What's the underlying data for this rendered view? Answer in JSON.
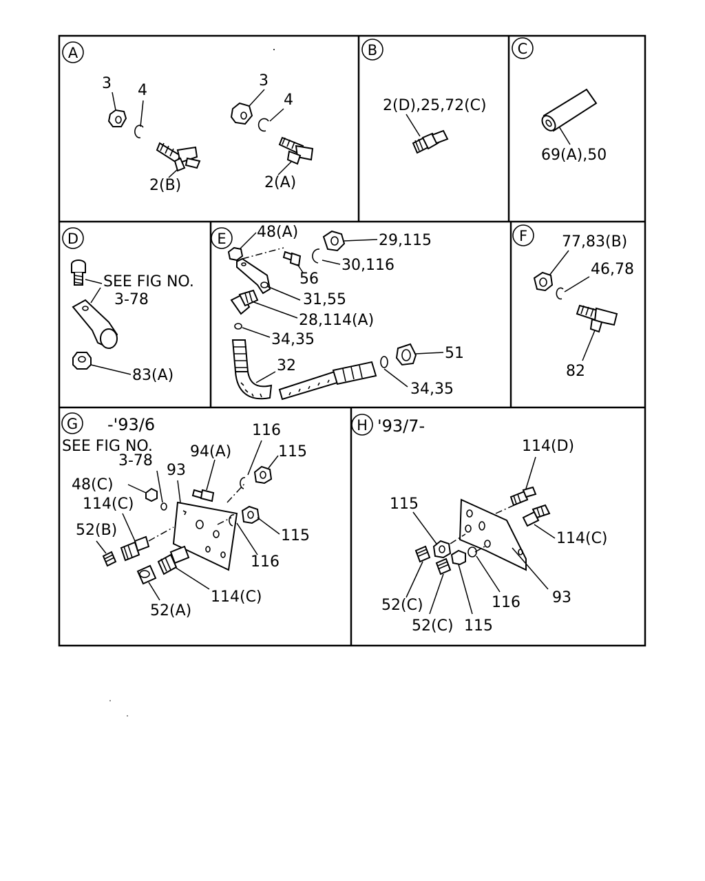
{
  "sections": {
    "A": {
      "id": "A",
      "labels": [
        "3",
        "4",
        "2(B)",
        "3",
        "4",
        "2(A)"
      ]
    },
    "B": {
      "id": "B",
      "labels": [
        "2(D),25,72(C)"
      ]
    },
    "C": {
      "id": "C",
      "labels": [
        "69(A),50"
      ]
    },
    "D": {
      "id": "D",
      "labels": [
        "SEE FIG NO.",
        "3-78",
        "83(A)"
      ]
    },
    "E": {
      "id": "E",
      "labels": [
        "48(A)",
        "29,115",
        "30,116",
        "56",
        "31,55",
        "28,114(A)",
        "34,35",
        "32",
        "51",
        "34,35"
      ]
    },
    "F": {
      "id": "F",
      "labels": [
        "77,83(B)",
        "46,78",
        "82"
      ]
    },
    "G": {
      "id": "G",
      "date": "-'93/6",
      "labels": [
        "SEE FIG NO.",
        "3-78",
        "93",
        "94(A)",
        "116",
        "115",
        "48(C)",
        "114(C)",
        "52(B)",
        "115",
        "116",
        "114(C)",
        "52(A)"
      ]
    },
    "H": {
      "id": "H",
      "date": "'93/7-",
      "labels": [
        "114(D)",
        "115",
        "114(C)",
        "93",
        "116",
        "52(C)",
        "52(C)",
        "115"
      ]
    }
  },
  "colors": {
    "ink": "#000000",
    "paper": "#ffffff"
  }
}
